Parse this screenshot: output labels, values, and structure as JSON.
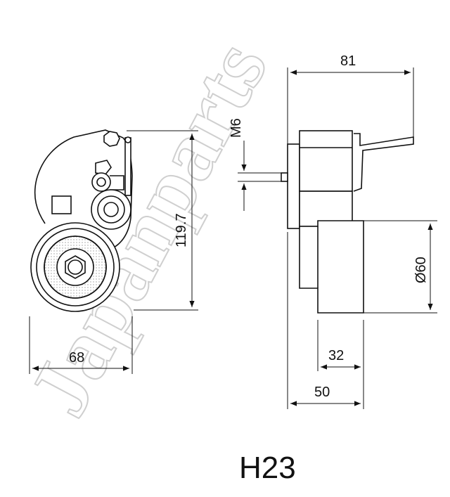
{
  "colors": {
    "line": "#111111",
    "background": "#ffffff",
    "watermark": "#d9d9d9",
    "hatch": "#9a9a9a"
  },
  "watermark": "Japanparts",
  "part_number": "H23",
  "dimensions": {
    "height_total": "119.7",
    "width_front": "68",
    "width_side_top": "81",
    "thread": "M6",
    "diameter": "Ø60",
    "pulley_width": "32",
    "width_side_bottom": "50"
  }
}
